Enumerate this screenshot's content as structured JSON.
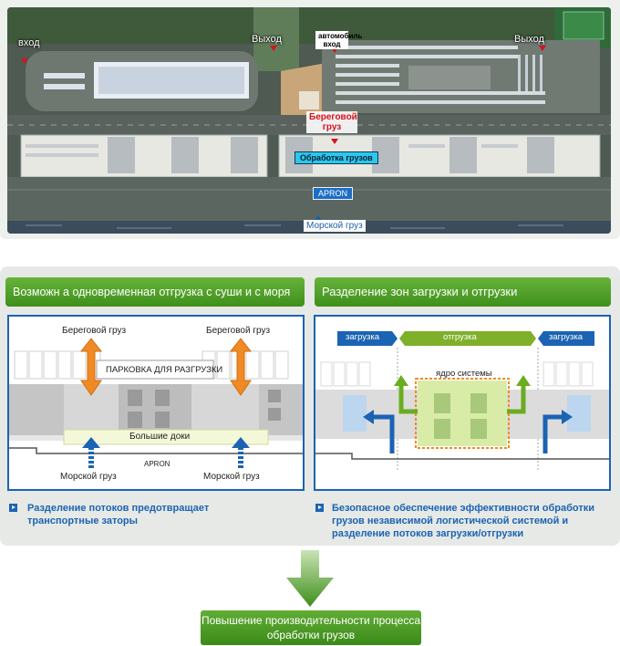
{
  "top_map": {
    "entrance_left": "вход",
    "exit_center": "Выход",
    "car_entrance": "автомобиль вход",
    "exit_right": "Выход",
    "shore_cargo": "Береговой груз",
    "cargo_handling": "Обработка грузов",
    "apron": "APRON",
    "sea_cargo": "Морской груз"
  },
  "left_panel": {
    "header": "Возможн а одновременная отгрузка с суши и с моря",
    "shore_cargo_left": "Береговой груз",
    "shore_cargo_right": "Береговой груз",
    "parking": "ПАРКОВКА ДЛЯ РАЗГРУЗКИ",
    "big_docks": "Большие доки",
    "apron": "APRON",
    "sea_cargo_left": "Морской груз",
    "sea_cargo_right": "Морской груз",
    "note": "Разделение потоков предотвращает транспортные заторы"
  },
  "right_panel": {
    "header": "Разделение зон загрузки и отгрузки",
    "loading_left": "загрузка",
    "unloading": "отгрузка",
    "loading_right": "загрузка",
    "core": "ядро системы",
    "note": "Безопасное обеспечение эффективности обработки грузов независимой логистической системой и разделение потоков загрузки/отгрузки"
  },
  "result": {
    "text": "Повышение производительности процесса обработки грузов"
  },
  "colors": {
    "green": "#4f9e28",
    "blue": "#1b63b3",
    "orange": "#f08a24",
    "red": "#d5141e",
    "lime": "#79b800"
  }
}
